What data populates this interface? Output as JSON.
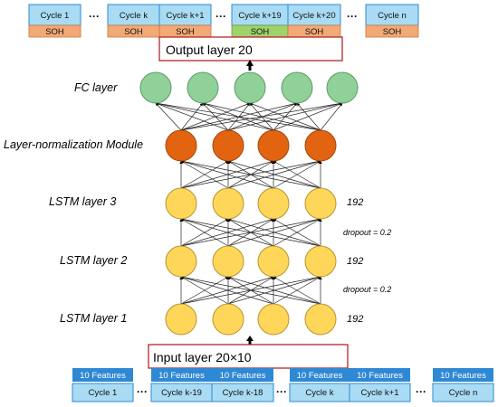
{
  "output_strip": {
    "cycles": [
      "Cycle 1",
      "Cycle k",
      "Cycle k+1",
      "Cycle k+19",
      "Cycle k+20",
      "Cycle n"
    ],
    "soh_label": "SOH",
    "ellipsis": "···"
  },
  "output_layer": {
    "label": "Output layer  20"
  },
  "input_layer": {
    "label": "Input layer  20×10"
  },
  "layers": {
    "fc": "FC layer",
    "norm": "Layer-normalization Module",
    "lstm3": "LSTM layer 3",
    "lstm2": "LSTM layer 2",
    "lstm1": "LSTM layer 1"
  },
  "units": {
    "lstm3": "192",
    "lstm2": "192",
    "lstm1": "192"
  },
  "dropout": {
    "upper": "dropout = 0.2",
    "lower": "dropout = 0.2"
  },
  "input_strip": {
    "features_label": "10 Features",
    "cycles": [
      "Cycle 1",
      "Cycle k-19",
      "Cycle k-18",
      "Cycle k",
      "Cycle k+1",
      "Cycle n"
    ],
    "ellipsis": "···"
  },
  "colors": {
    "fc_node": "#90d19a",
    "norm_node": "#e36410",
    "lstm_node": "#fdd65a",
    "cell_blue": "#2f88d4",
    "cell_light": "#a9dcf4",
    "cell_soh": "#f2a975",
    "cell_soh_green": "#9fd26a",
    "box_red": "#b5262a"
  }
}
